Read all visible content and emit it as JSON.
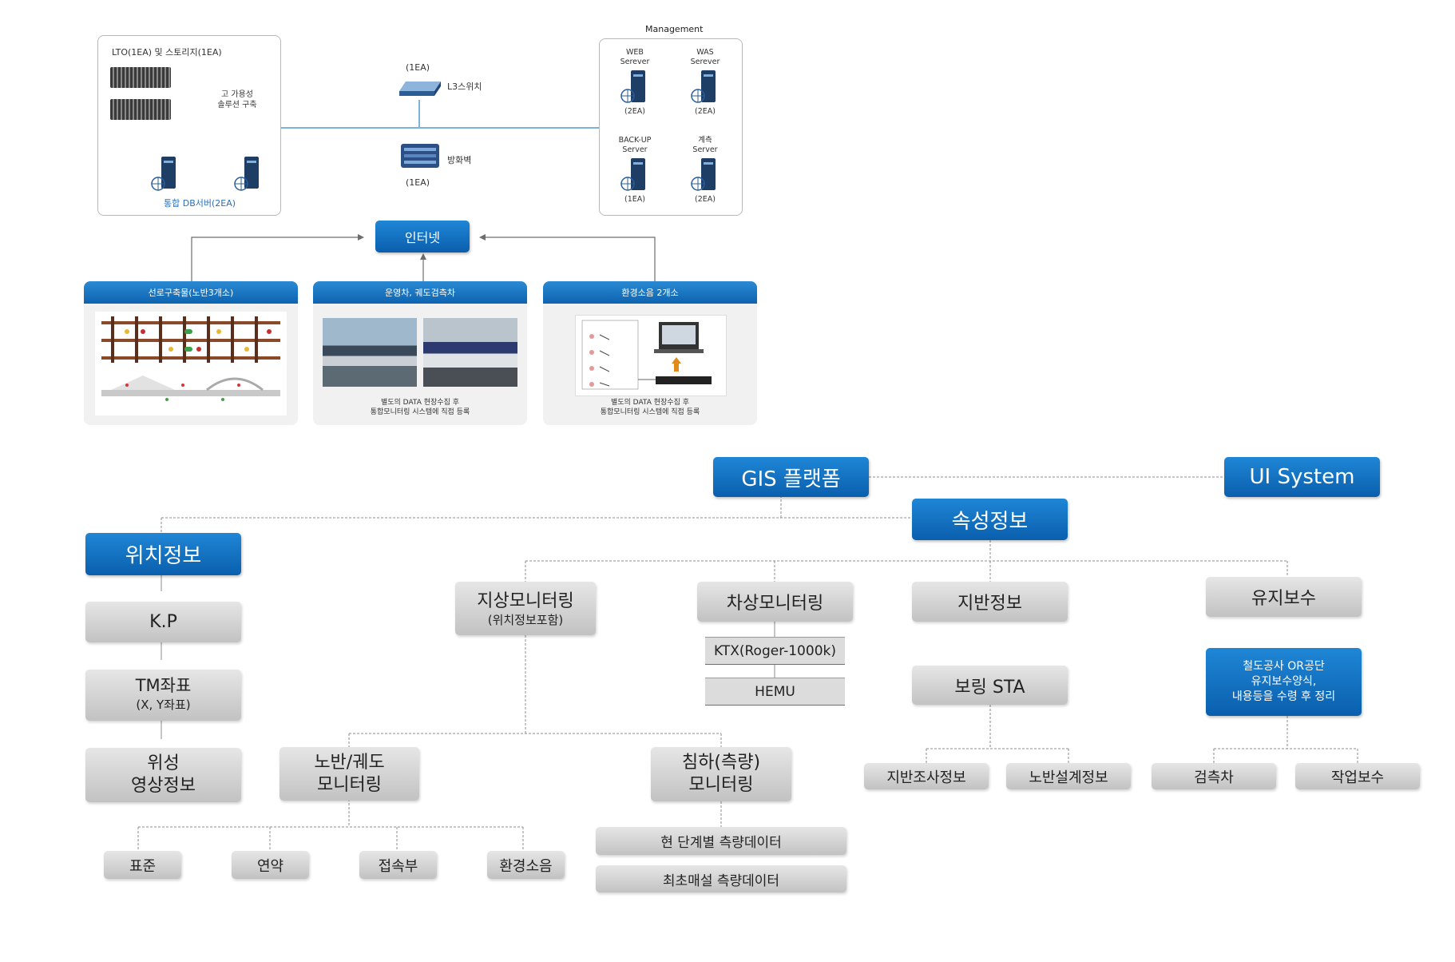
{
  "top": {
    "storage_box_label": "LTO(1EA) 및 스토리지(1EA)",
    "ha_label_1": "고 가용성",
    "ha_label_2": "솔루션 구축",
    "db_server_label": "통합 DB서버(2EA)",
    "l3_count": "(1EA)",
    "l3_label": "L3스위치",
    "fw_label": "방화벽",
    "fw_count": "(1EA)",
    "management_title": "Management",
    "servers": [
      {
        "name1": "WEB",
        "name2": "Serever",
        "count": "(2EA)"
      },
      {
        "name1": "WAS",
        "name2": "Serever",
        "count": "(2EA)"
      },
      {
        "name1": "BACK-UP",
        "name2": "Server",
        "count": "(1EA)"
      },
      {
        "name1": "계측",
        "name2": "Server",
        "count": "(2EA)"
      }
    ],
    "internet_label": "인터넷",
    "panels": [
      {
        "header": "선로구축물(노반3개소)",
        "cap1": "",
        "cap2": ""
      },
      {
        "header": "운영차, 궤도검측차",
        "cap1": "별도의 DATA 현장수집 후",
        "cap2": "통합모니터링 시스템에 직접 등록"
      },
      {
        "header": "환경소음 2개소",
        "cap1": "별도의 DATA 현장수집 후",
        "cap2": "통합모니터링 시스템에 직접 등록"
      }
    ]
  },
  "tree": {
    "gis": "GIS 플랫폼",
    "ui": "UI System",
    "attr": "속성정보",
    "location": "위치정보",
    "kp": "K.P",
    "tm": "TM좌표",
    "tm_sub": "(X, Y좌표)",
    "sat1": "위성",
    "sat2": "영상정보",
    "ground": "지상모니터링",
    "ground_sub": "(위치정보포함)",
    "roadbed1": "노반/궤도",
    "roadbed2": "모니터링",
    "standard": "표준",
    "weak": "연약",
    "joint": "접속부",
    "noise": "환경소음",
    "settle1": "침하(측량)",
    "settle2": "모니터링",
    "stage_data": "현 단계별 측량데이터",
    "initial_data": "최초매설 측량데이터",
    "vehicle": "차상모니터링",
    "ktx": "KTX(Roger-1000k)",
    "hemu": "HEMU",
    "geo": "지반정보",
    "boring": "보링 STA",
    "geo_survey": "지반조사정보",
    "roadbed_design": "노반설계정보",
    "maint": "유지보수",
    "maint_note1": "철도공사 OR공단",
    "maint_note2": "유지보수양식,",
    "maint_note3": "내용등을 수령 후 정리",
    "inspect_car": "검측차",
    "work_maint": "작업보수"
  }
}
